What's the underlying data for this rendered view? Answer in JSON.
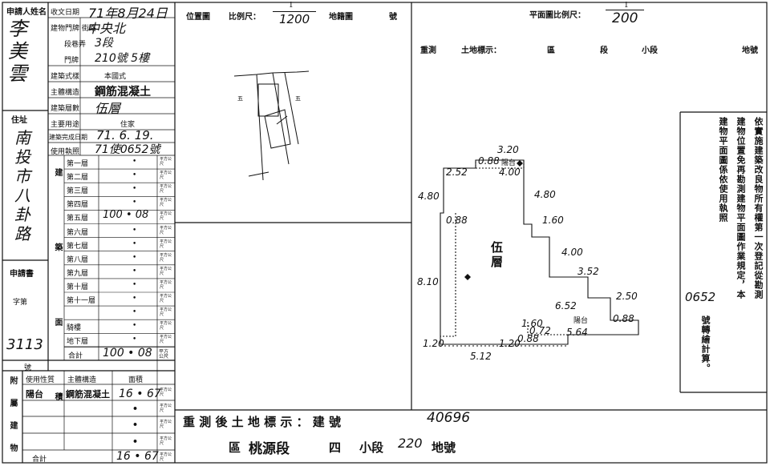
{
  "left": {
    "applicant_label": "申請人姓名",
    "applicant_name": "李美雲",
    "address_label": "住址",
    "address_value": "南投市八卦路",
    "fields": {
      "receive_date_label": "收文日期",
      "receive_date_value": "71年8月24日",
      "street_label": "建物門牌 街路",
      "street_value": "中央北",
      "lane_label": "段巷弄",
      "lane_value": "3段",
      "number_label": "門牌",
      "number_value": "210號 5樓",
      "style_label": "建築式樣",
      "style_value": "本國式",
      "structure_label": "主體構造",
      "structure_value": "鋼筋混凝土",
      "floors_label": "建築層數",
      "floors_value": "伍層",
      "use_label": "主要用途",
      "use_value": "住家",
      "completion_label": "建築完成日期",
      "completion_value": "71. 6. 19.",
      "license_label": "使用執照",
      "license_value": "71使0652號"
    },
    "area_section_label": "建 築 面 積",
    "unit": "平方公尺",
    "floors": [
      {
        "label": "第一層",
        "value": "•"
      },
      {
        "label": "第二層",
        "value": "•"
      },
      {
        "label": "第三層",
        "value": "•"
      },
      {
        "label": "第四層",
        "value": "•"
      },
      {
        "label": "第五層",
        "value": "100 • 08"
      },
      {
        "label": "第六層",
        "value": "•"
      },
      {
        "label": "第七層",
        "value": "•"
      },
      {
        "label": "第八層",
        "value": "•"
      },
      {
        "label": "第九層",
        "value": "•"
      },
      {
        "label": "第十層",
        "value": "•"
      },
      {
        "label": "第十一層",
        "value": "•"
      },
      {
        "label": "",
        "value": "•"
      },
      {
        "label": "騎樓",
        "value": "•"
      },
      {
        "label": "地下層",
        "value": "•"
      }
    ],
    "total_label": "合計",
    "total_value": "100 • 08",
    "applicant_book_label": "申請書",
    "book_word_label": "字第",
    "book_number": "3113",
    "book_hao": "號",
    "attached_label": "附屬建物",
    "attached_headers": [
      "使用性質",
      "主體構造",
      "面積"
    ],
    "attached_rows": [
      {
        "use": "陽台",
        "structure": "鋼筋混凝土",
        "area": "16 • 67"
      },
      {
        "use": "",
        "structure": "",
        "area": "•"
      },
      {
        "use": "",
        "structure": "",
        "area": "•"
      },
      {
        "use": "",
        "structure": "",
        "area": "•"
      }
    ],
    "attached_total_label": "合計",
    "attached_total_value": "16 • 67"
  },
  "location_map": {
    "title": "位置圖",
    "scale_label": "比例尺：",
    "scale_top": "1",
    "scale_bottom": "1200",
    "cadastral_label": "地籍圖",
    "hao_label": "號"
  },
  "floor_plan": {
    "scale_label": "平面圖比例尺：",
    "scale_top": "1",
    "scale_bottom": "200",
    "resurvey_label": "重測",
    "land_label": "土地標示：",
    "district_label": "區",
    "section_label": "段",
    "subsection_label": "小段",
    "parcel_label": "地號",
    "floor_name": "伍層",
    "balcony_label": "陽台",
    "dims": {
      "d1": "3.20",
      "d2": "0.88",
      "d3": "2.52",
      "d4": "4.00",
      "d5": "4.80",
      "d6": "4.80",
      "d7": "1.60",
      "d8": "0.88",
      "d9": "4.00",
      "d10": "3.52",
      "d11": "8.10",
      "d12": "2.50",
      "d13": "6.52",
      "d14": "0.88",
      "d15": "1.60",
      "d16": "0.72",
      "d17": "5.64",
      "d18": "1.20",
      "d19": "1.20",
      "d20": "0.88",
      "d21": "5.12"
    }
  },
  "notes": {
    "columns": [
      "依實施建築改良物所有權第一次登記從勘測",
      "建物位置免再勘測建物平面圖作業規定，本",
      "建物平面圖係依使用執照",
      "0652",
      "號轉繪計算。"
    ]
  },
  "footer": {
    "line1_label": "重 測 後 土 地 標 示 ： 建 號",
    "line1_value": "40696",
    "line2_district": "區",
    "line2_section_value": "桃源段",
    "line2_subsection_value": "四",
    "line2_subsection_label": "小段",
    "line2_parcel_value": "220",
    "line2_parcel_label": "地號"
  }
}
